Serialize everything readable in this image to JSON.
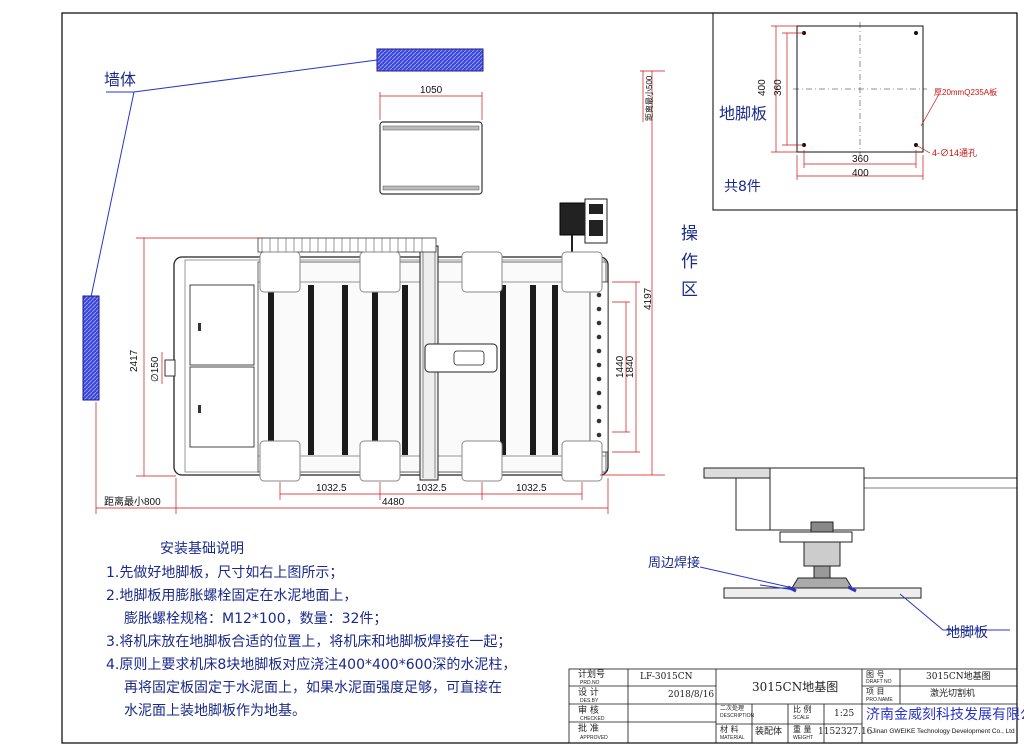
{
  "labels": {
    "wall": "墙体",
    "operation_area_chars": [
      "操",
      "作",
      "区"
    ],
    "foot_plate": "地脚板",
    "count": "共8件",
    "weld": "周边焊接",
    "foot_plate_bottom": "地脚板"
  },
  "plate_detail": {
    "dim_400_top": "400",
    "dim_360_top": "360",
    "dim_360_bottom": "360",
    "dim_400_bottom": "400",
    "material": "厚20mmQ235A板",
    "holes": "4-∅14通孔"
  },
  "main_dims": {
    "d1050": "1050",
    "wall_gap": "距离最小500",
    "d4197": "4197",
    "d2417": "2417",
    "d150": "∅150",
    "d1440": "1440",
    "d1840": "1840",
    "d10325a": "1032.5",
    "d10325b": "1032.5",
    "d10325c": "1032.5",
    "d4480": "4480",
    "min800": "距离最小800"
  },
  "notes": {
    "title": "安装基础说明",
    "lines": [
      "1.先做好地脚板，尺寸如右上图所示；",
      "2.地脚板用膨胀螺栓固定在水泥地面上，",
      "膨胀螺栓规格：M12*100，数量：32件；",
      "3.将机床放在地脚板合适的位置上，将机床和地脚板焊接在一起；",
      "4.原则上要求机床8块地脚板对应浇注400*400*600深的水泥柱，",
      "再将固定板固定于水泥面上，如果水泥面强度足够，可直接在",
      "水泥面上装地脚板作为地基。"
    ]
  },
  "title_block": {
    "prd_no_label": "计划号",
    "prd_no_en": "PRD.NO",
    "prd_no": "LF-3015CN",
    "des_label": "设  计",
    "des_en": "DES.BY",
    "date": "2018/8/16",
    "chk_label": "审  核",
    "chk_en": "CHECKED",
    "appr_label": "批  准",
    "appr_en": "APPROVED",
    "drawing_title": "3015CN地基图",
    "description_label": "二次处理",
    "description_en": "DESCRIPTION",
    "material_label": "材  料",
    "material_en": "MATERIAL",
    "material_value": "装配体",
    "scale_label": "比  例",
    "scale_en": "SCALE",
    "scale": "1:25",
    "weight_label": "重  量",
    "weight_en": "WEIGHT",
    "weight": "1152327.16",
    "draft_label": "图  号",
    "draft_en": "DRAFT NO",
    "draft_value": "3015CN地基图",
    "proj_label": "项  目",
    "proj_en": "PRO.NAME",
    "proj_value": "激光切割机",
    "company_cn": "济南金威刻科技发展有限公司",
    "company_en": "Jinan GWEIKE Technology Development Co., Ltd"
  },
  "colors": {
    "blue_text": "#1a2a8c",
    "red_dim": "#d01010",
    "wall_blue": "#2a35c8"
  }
}
